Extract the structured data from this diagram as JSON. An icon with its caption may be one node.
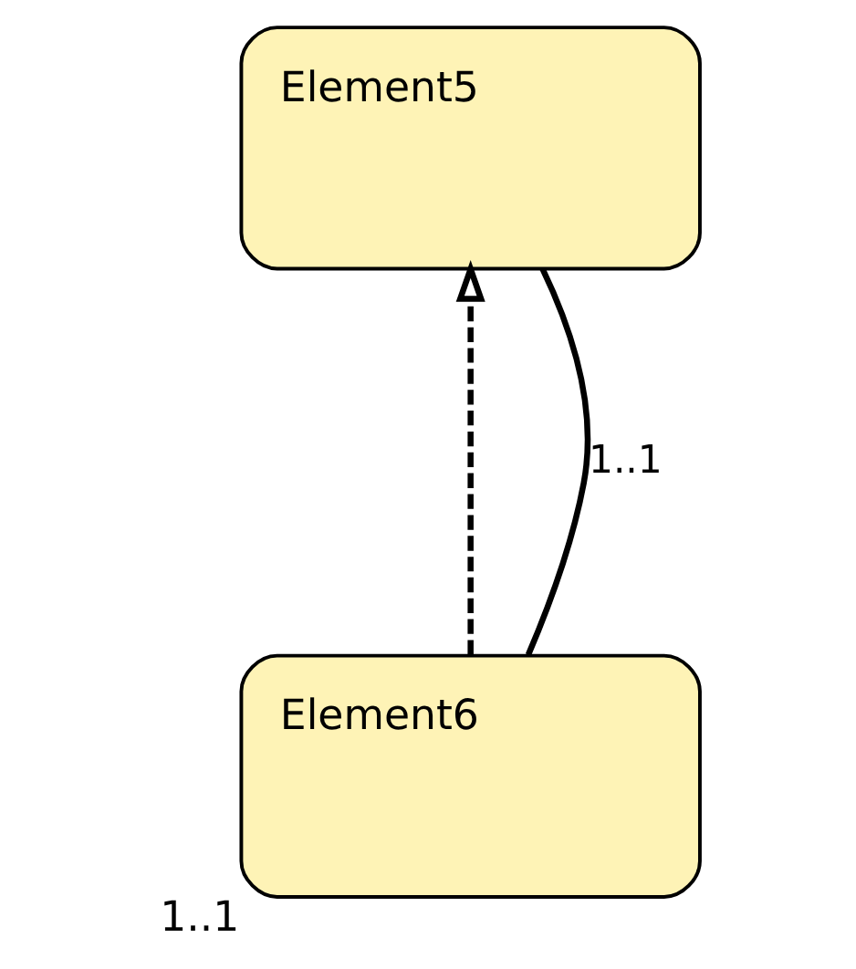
{
  "diagram": {
    "nodes": [
      {
        "text": [
          "Element5"
        ]
      },
      {
        "text": [
          "Element6"
        ],
        "beside": [
          "1..1"
        ]
      }
    ],
    "edges": [
      {
        "from": 1,
        "to": 0,
        "arrow": "to",
        "style": "dashed"
      },
      {
        "from": 0,
        "to": 1,
        "arrow": "none",
        "label": "1..1"
      }
    ]
  }
}
